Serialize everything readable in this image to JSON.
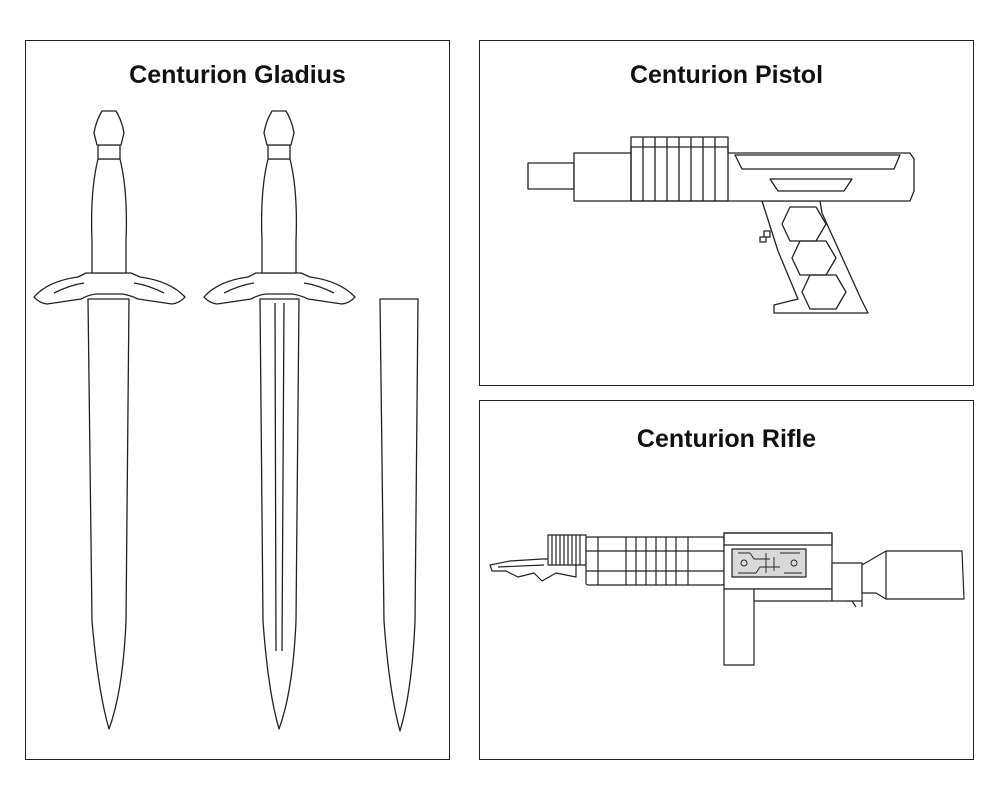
{
  "panels": {
    "gladius": {
      "title": "Centurion Gladius"
    },
    "pistol": {
      "title": "Centurion Pistol"
    },
    "rifle": {
      "title": "Centurion Rifle"
    }
  },
  "colors": {
    "line": "#222222",
    "fill": "#ffffff",
    "shade": "#d9d9d9"
  }
}
